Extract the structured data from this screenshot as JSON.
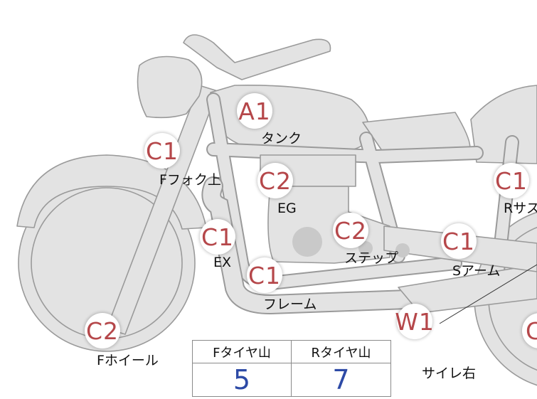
{
  "colors": {
    "badge_text": "#b5474a",
    "value_text": "#2d4aa6",
    "part_fill": "#e3e3e3",
    "part_outline": "#9a9a9a"
  },
  "markers": [
    {
      "id": "tank",
      "code": "A1",
      "label": "タンク"
    },
    {
      "id": "fork-upper",
      "code": "C1",
      "label": "Fフォク上"
    },
    {
      "id": "engine",
      "code": "C2",
      "label": "EG"
    },
    {
      "id": "exhaust",
      "code": "C1",
      "label": "EX"
    },
    {
      "id": "step",
      "code": "C2",
      "label": "ステップ"
    },
    {
      "id": "frame",
      "code": "C1",
      "label": "フレーム"
    },
    {
      "id": "swing-arm",
      "code": "C1",
      "label": "Sアーム"
    },
    {
      "id": "rear-suspension",
      "code": "C1",
      "label": "Rサス"
    },
    {
      "id": "front-wheel",
      "code": "C2",
      "label": "Fホイール"
    },
    {
      "id": "muffler-right",
      "code": "W1",
      "label": "サイレ右"
    },
    {
      "id": "rear-wheel",
      "code": "C",
      "label": ""
    }
  ],
  "tread_table": {
    "headers": [
      "Fタイヤ山",
      "Rタイヤ山"
    ],
    "values": [
      "5",
      "7"
    ]
  }
}
